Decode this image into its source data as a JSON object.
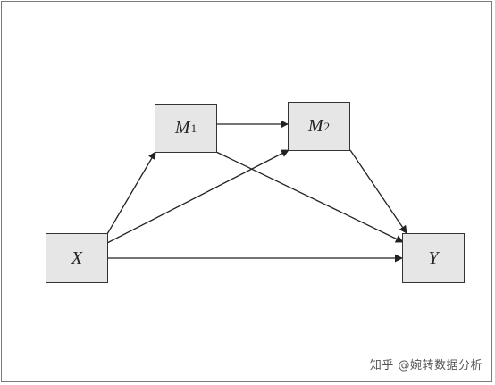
{
  "diagram": {
    "nodes": {
      "x": {
        "label": "X",
        "sub": ""
      },
      "m1": {
        "label": "M",
        "sub": "1"
      },
      "m2": {
        "label": "M",
        "sub": "2"
      },
      "y": {
        "label": "Y",
        "sub": ""
      }
    },
    "edges": [
      {
        "from": "X",
        "to": "M1"
      },
      {
        "from": "X",
        "to": "M2"
      },
      {
        "from": "X",
        "to": "Y"
      },
      {
        "from": "M1",
        "to": "M2"
      },
      {
        "from": "M1",
        "to": "Y"
      },
      {
        "from": "M2",
        "to": "Y"
      }
    ],
    "colors": {
      "node_fill": "#e6e6e6",
      "node_border": "#333333",
      "arrow": "#222222"
    }
  },
  "watermark": "知乎 @婉转数据分析"
}
